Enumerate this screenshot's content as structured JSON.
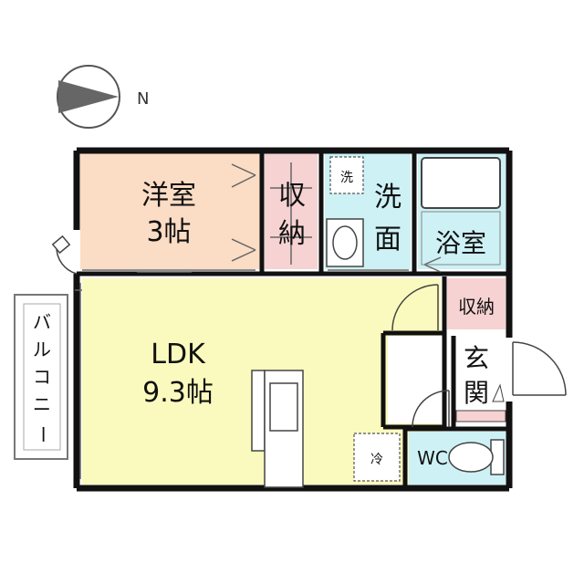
{
  "compass": {
    "north_label": "N"
  },
  "rooms": {
    "western": {
      "name": "洋室",
      "size": "3帖"
    },
    "storage_left": {
      "c1": "収",
      "c2": "納"
    },
    "laundry_mark": "洗",
    "washroom": {
      "c1": "洗",
      "c2": "面"
    },
    "bath": "浴室",
    "storage_right": "収納",
    "entrance": {
      "c1": "玄",
      "c2": "関"
    },
    "ldk": {
      "name": "LDK",
      "size": "9.3帖"
    },
    "fridge_mark": "冷",
    "wc": "WC",
    "balcony": {
      "c1": "バ",
      "c2": "ル",
      "c3": "コ",
      "c4": "ニ",
      "c5": "ー"
    }
  },
  "colors": {
    "western_room": "#fbdcc4",
    "ldk": "#fafabe",
    "washroom_bath": "#cdf1f5",
    "storage": "#f7d2d2",
    "wall": "#111111"
  }
}
